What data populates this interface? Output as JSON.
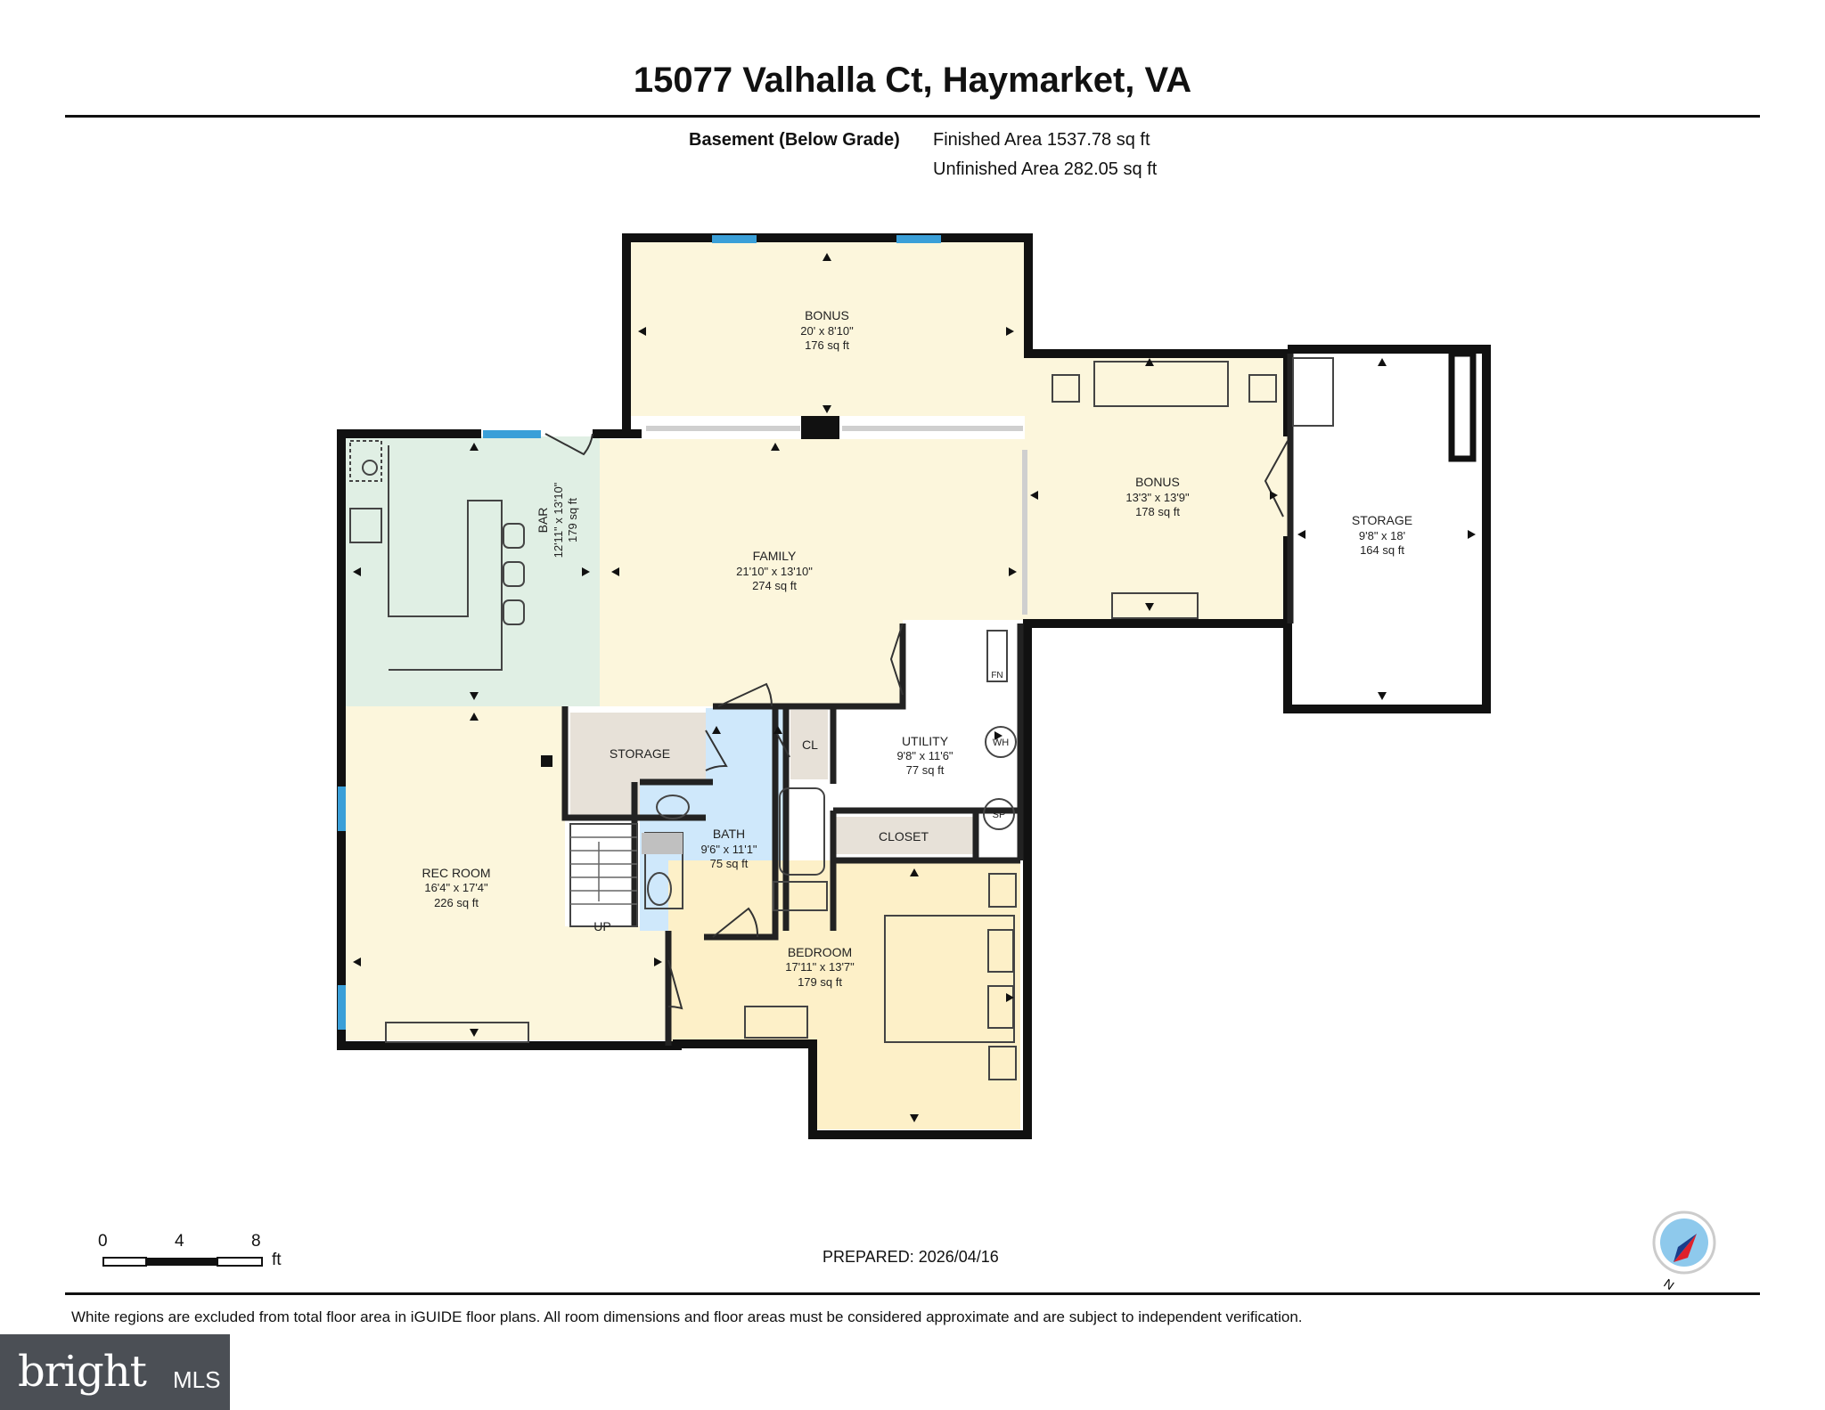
{
  "title": "15077 Valhalla Ct, Haymarket, VA",
  "level": {
    "name": "Basement (Below Grade)",
    "finished_area": "Finished Area 1537.78 sq ft",
    "unfinished_area": "Unfinished Area 282.05 sq ft"
  },
  "rooms": {
    "bonus_top": {
      "name": "BONUS",
      "dims": "20' x 8'10\"",
      "area": "176 sq ft"
    },
    "bar": {
      "name": "BAR",
      "dims": "12'11\" x 13'10\"",
      "area": "179 sq ft"
    },
    "family": {
      "name": "FAMILY",
      "dims": "21'10\" x 13'10\"",
      "area": "274 sq ft"
    },
    "bonus_right": {
      "name": "BONUS",
      "dims": "13'3\" x 13'9\"",
      "area": "178 sq ft"
    },
    "storage_right": {
      "name": "STORAGE",
      "dims": "9'8\" x 18'",
      "area": "164 sq ft"
    },
    "storage_small": {
      "name": "STORAGE"
    },
    "cl": {
      "name": "CL"
    },
    "utility": {
      "name": "UTILITY",
      "dims": "9'8\" x 11'6\"",
      "area": "77 sq ft"
    },
    "bath": {
      "name": "BATH",
      "dims": "9'6\" x 11'1\"",
      "area": "75 sq ft"
    },
    "closet": {
      "name": "CLOSET"
    },
    "rec_room": {
      "name": "REC ROOM",
      "dims": "16'4\" x 17'4\"",
      "area": "226 sq ft"
    },
    "bedroom": {
      "name": "BEDROOM",
      "dims": "17'11\" x 13'7\"",
      "area": "179 sq ft"
    }
  },
  "fixtures": {
    "wh": "WH",
    "sp": "SP",
    "fn": "FN",
    "stairs": "UP"
  },
  "scale": {
    "ticks": [
      "0",
      "4",
      "8"
    ],
    "unit": "ft"
  },
  "prepared": "PREPARED: 2026/04/16",
  "compass": {
    "label": "N"
  },
  "footnote": "White regions are excluded from total floor area in iGUIDE floor plans. All room dimensions and floor areas must be considered approximate and are subject to independent verification.",
  "brand": {
    "name": "bright",
    "suffix": "MLS"
  },
  "colors": {
    "room_fill": "#fcf6dc",
    "bar_fill": "#e0efe4",
    "bath_fill": "#cfe8fb",
    "bedroom_fill": "#fdf0c8",
    "storage_fill": "#e7e1d8",
    "wall": "#111111",
    "window": "#3a9fd8"
  }
}
